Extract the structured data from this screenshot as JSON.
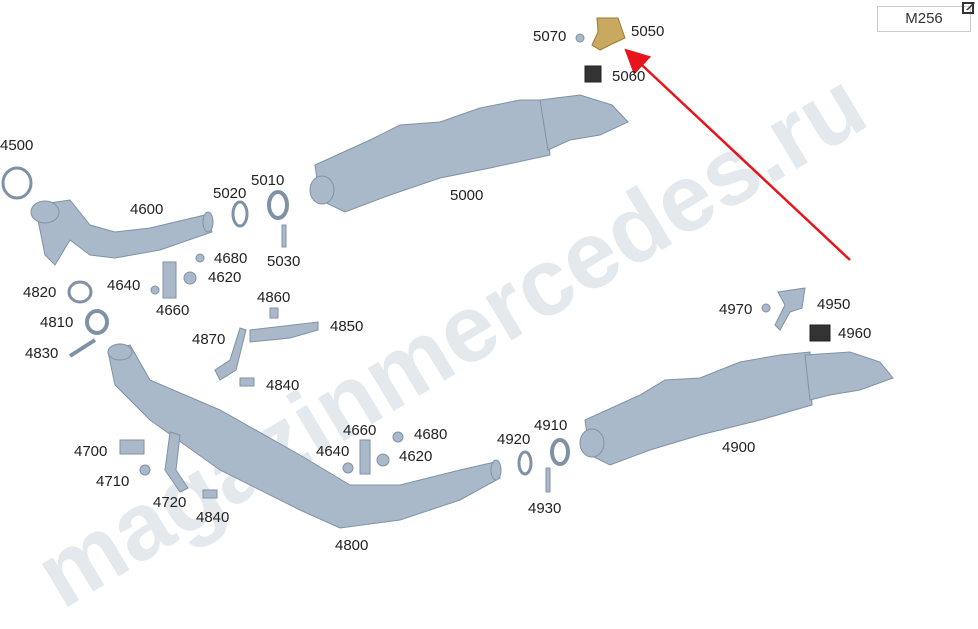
{
  "watermark": "magazinmercedes.ru",
  "model_label": "M256",
  "icons": {
    "edit": "edit-icon"
  },
  "colors": {
    "part": "#a9b9c9",
    "part_dark": "#7f92a5",
    "bracket_highlight": "#c9a860",
    "arrow": "#e8141b"
  },
  "labels": {
    "p4500": "4500",
    "p4600": "4600",
    "p5020": "5020",
    "p5010": "5010",
    "p5000": "5000",
    "p5030": "5030",
    "p4680a": "4680",
    "p4620a": "4620",
    "p4640a": "4640",
    "p4660a": "4660",
    "p4820": "4820",
    "p4810": "4810",
    "p4830": "4830",
    "p4860": "4860",
    "p4850": "4850",
    "p4870": "4870",
    "p4840a": "4840",
    "p5070": "5070",
    "p5050": "5050",
    "p5060": "5060",
    "p4970": "4970",
    "p4950": "4950",
    "p4960": "4960",
    "p4900": "4900",
    "p4920": "4920",
    "p4910": "4910",
    "p4930": "4930",
    "p4660b": "4660",
    "p4640b": "4640",
    "p4680b": "4680",
    "p4620b": "4620",
    "p4700": "4700",
    "p4710": "4710",
    "p4720": "4720",
    "p4840b": "4840",
    "p4800": "4800"
  }
}
